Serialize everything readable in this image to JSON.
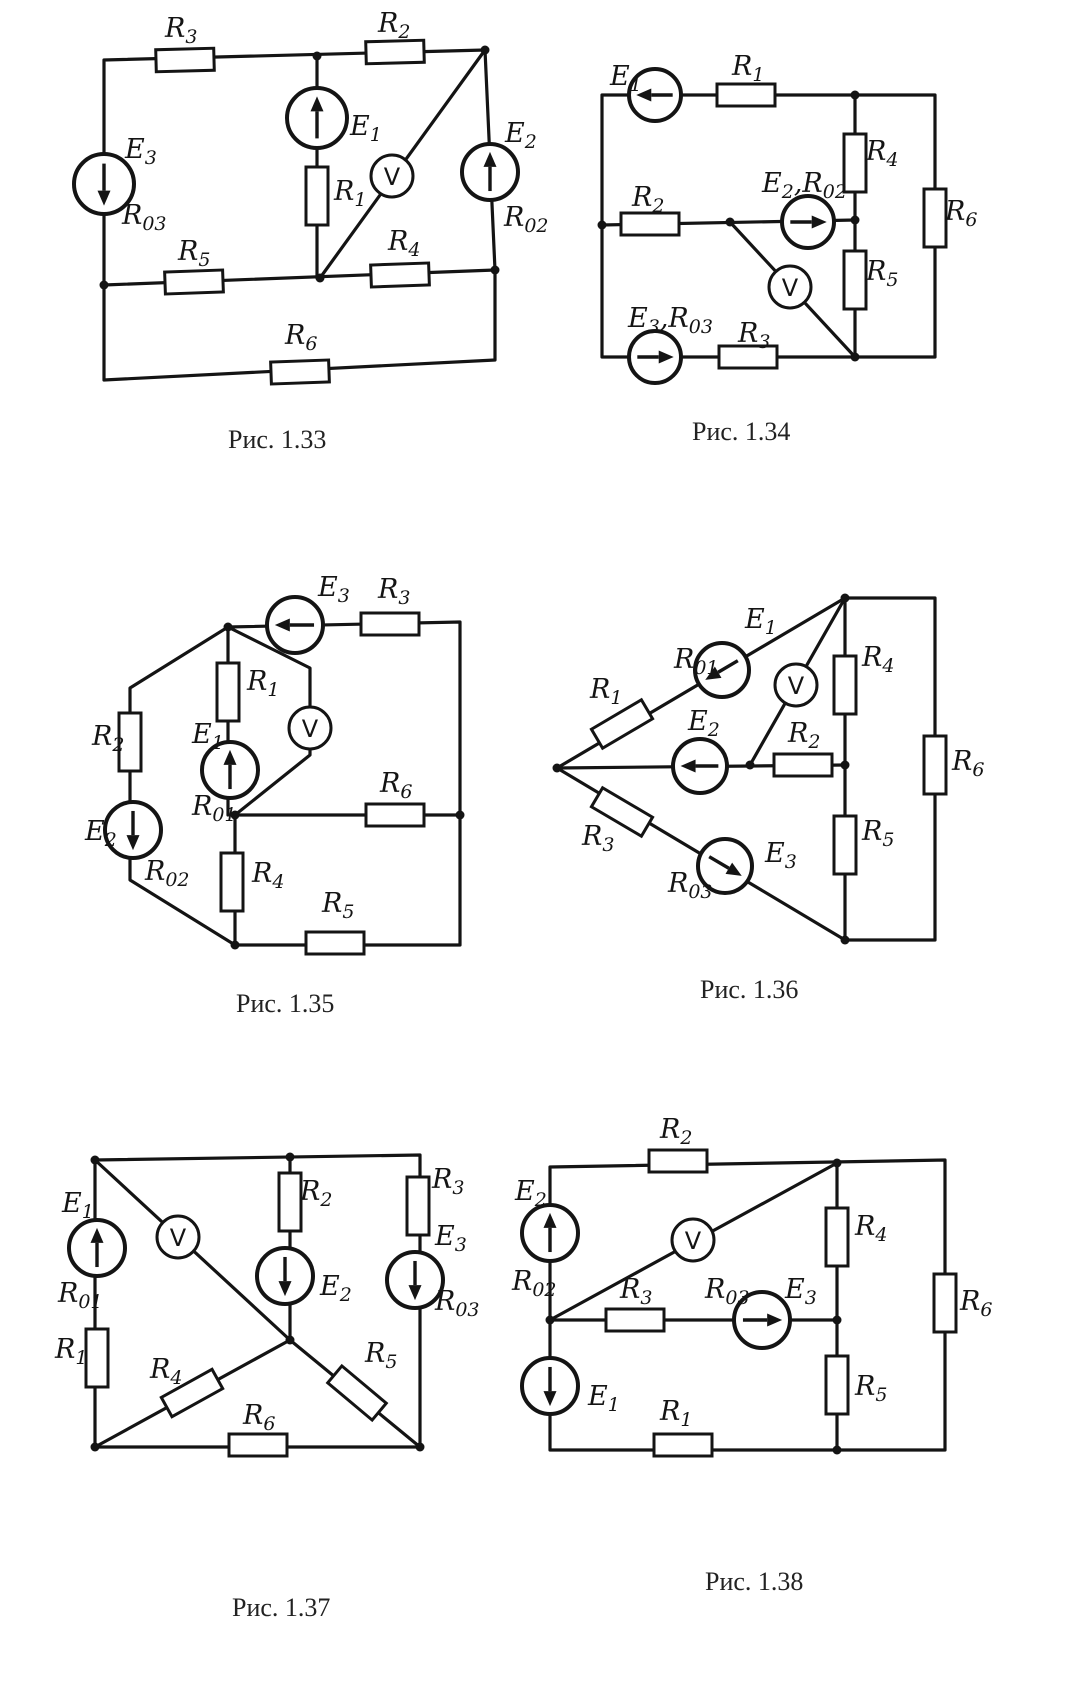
{
  "voltmeter_symbol": "V",
  "figures": [
    {
      "caption": "Рис. 1.33",
      "labels": {
        "R3": [
          "R",
          "3"
        ],
        "R2": [
          "R",
          "2"
        ],
        "E1": [
          "E",
          "1"
        ],
        "E2": [
          "E",
          "2"
        ],
        "E3": [
          "E",
          "3"
        ],
        "R03": [
          "R",
          "03"
        ],
        "R1": [
          "R",
          "1"
        ],
        "R02": [
          "R",
          "02"
        ],
        "R5": [
          "R",
          "5"
        ],
        "R4": [
          "R",
          "4"
        ],
        "R6": [
          "R",
          "6"
        ]
      }
    },
    {
      "caption": "Рис. 1.34",
      "labels": {
        "E1": [
          "E",
          "1"
        ],
        "R1": [
          "R",
          "1"
        ],
        "R4": [
          "R",
          "4"
        ],
        "R6": [
          "R",
          "6"
        ],
        "R2": [
          "R",
          "2"
        ],
        "E2R02": [
          "E",
          "2",
          ",R",
          "02"
        ],
        "R5": [
          "R",
          "5"
        ],
        "E3R03": [
          "E",
          "3",
          ",R",
          "03"
        ],
        "R3": [
          "R",
          "3"
        ]
      }
    },
    {
      "caption": "Рис. 1.35",
      "labels": {
        "E3": [
          "E",
          "3"
        ],
        "R3": [
          "R",
          "3"
        ],
        "R1": [
          "R",
          "1"
        ],
        "R2": [
          "R",
          "2"
        ],
        "E1": [
          "E",
          "1"
        ],
        "R6": [
          "R",
          "6"
        ],
        "R01": [
          "R",
          "01"
        ],
        "E2": [
          "E",
          "2"
        ],
        "R02": [
          "R",
          "02"
        ],
        "R4": [
          "R",
          "4"
        ],
        "R5": [
          "R",
          "5"
        ]
      }
    },
    {
      "caption": "Рис. 1.36",
      "labels": {
        "E1": [
          "E",
          "1"
        ],
        "R01": [
          "R",
          "01"
        ],
        "R4": [
          "R",
          "4"
        ],
        "R1": [
          "R",
          "1"
        ],
        "E2": [
          "E",
          "2"
        ],
        "R2": [
          "R",
          "2"
        ],
        "R6": [
          "R",
          "6"
        ],
        "R3": [
          "R",
          "3"
        ],
        "R5": [
          "R",
          "5"
        ],
        "E3": [
          "E",
          "3"
        ],
        "R03": [
          "R",
          "03"
        ]
      }
    },
    {
      "caption": "Рис. 1.37",
      "labels": {
        "R3": [
          "R",
          "3"
        ],
        "R2": [
          "R",
          "2"
        ],
        "E1": [
          "E",
          "1"
        ],
        "E3": [
          "E",
          "3"
        ],
        "R01": [
          "R",
          "01"
        ],
        "E2": [
          "E",
          "2"
        ],
        "R03": [
          "R",
          "03"
        ],
        "R1": [
          "R",
          "1"
        ],
        "R4": [
          "R",
          "4"
        ],
        "R5": [
          "R",
          "5"
        ],
        "R6": [
          "R",
          "6"
        ]
      }
    },
    {
      "caption": "Рис. 1.38",
      "labels": {
        "R2": [
          "R",
          "2"
        ],
        "E2": [
          "E",
          "2"
        ],
        "R4": [
          "R",
          "4"
        ],
        "R02": [
          "R",
          "02"
        ],
        "R3": [
          "R",
          "3"
        ],
        "R03": [
          "R",
          "03"
        ],
        "E3": [
          "E",
          "3"
        ],
        "R6": [
          "R",
          "6"
        ],
        "E1": [
          "E",
          "1"
        ],
        "R5": [
          "R",
          "5"
        ],
        "R1": [
          "R",
          "1"
        ]
      }
    }
  ]
}
